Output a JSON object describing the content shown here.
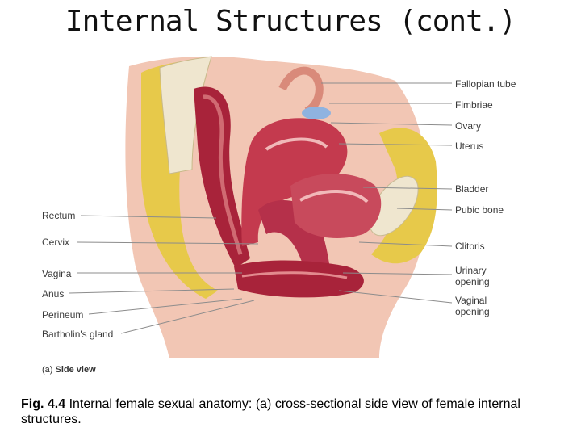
{
  "title": "Internal Structures (cont.)",
  "labels_right": {
    "fallopian_tube": "Fallopian tube",
    "fimbriae": "Fimbriae",
    "ovary": "Ovary",
    "uterus": "Uterus",
    "bladder": "Bladder",
    "pubic_bone": "Pubic bone",
    "clitoris": "Clitoris",
    "urinary_1": "Urinary",
    "urinary_2": "opening",
    "vaginal_1": "Vaginal",
    "vaginal_2": "opening"
  },
  "labels_left": {
    "rectum": "Rectum",
    "cervix": "Cervix",
    "vagina": "Vagina",
    "anus": "Anus",
    "perineum": "Perineum",
    "bartholins": "Bartholin's gland"
  },
  "sublabel": {
    "letter": "(a)",
    "text": "Side view"
  },
  "caption": {
    "fig": "Fig. 4.4",
    "text": "Internal female sexual anatomy: (a) cross-sectional side view of female internal structures."
  },
  "colors": {
    "skin": "#f2c6b4",
    "fat": "#e7c94a",
    "muscle": "#a8233a",
    "muscle_light": "#d06a72",
    "bone": "#efe6cf",
    "leader": "#8c8c8c"
  }
}
